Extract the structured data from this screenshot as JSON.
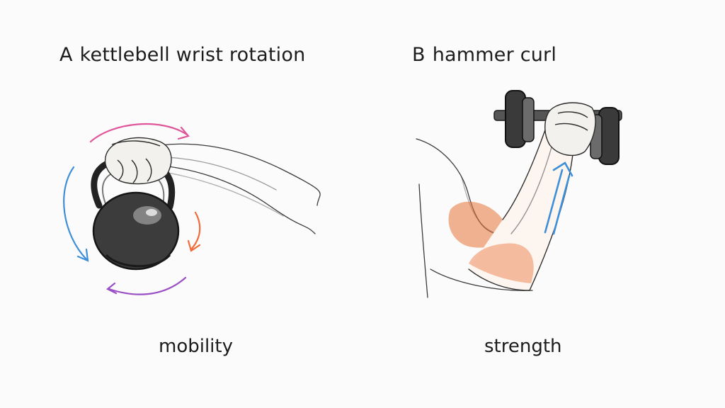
{
  "panels": [
    {
      "letter": "A",
      "title": "kettlebell wrist rotation",
      "caption": "mobility"
    },
    {
      "letter": "B",
      "title": "hammer curl",
      "caption": "strength"
    }
  ],
  "colors": {
    "pencil": "#2a2a2a",
    "arrow_pink": "#e0569a",
    "arrow_blue": "#3f8fd8",
    "arrow_purple": "#9b4fc4",
    "arrow_orange": "#f06a3a",
    "muscle_orange": "#e8743a"
  }
}
